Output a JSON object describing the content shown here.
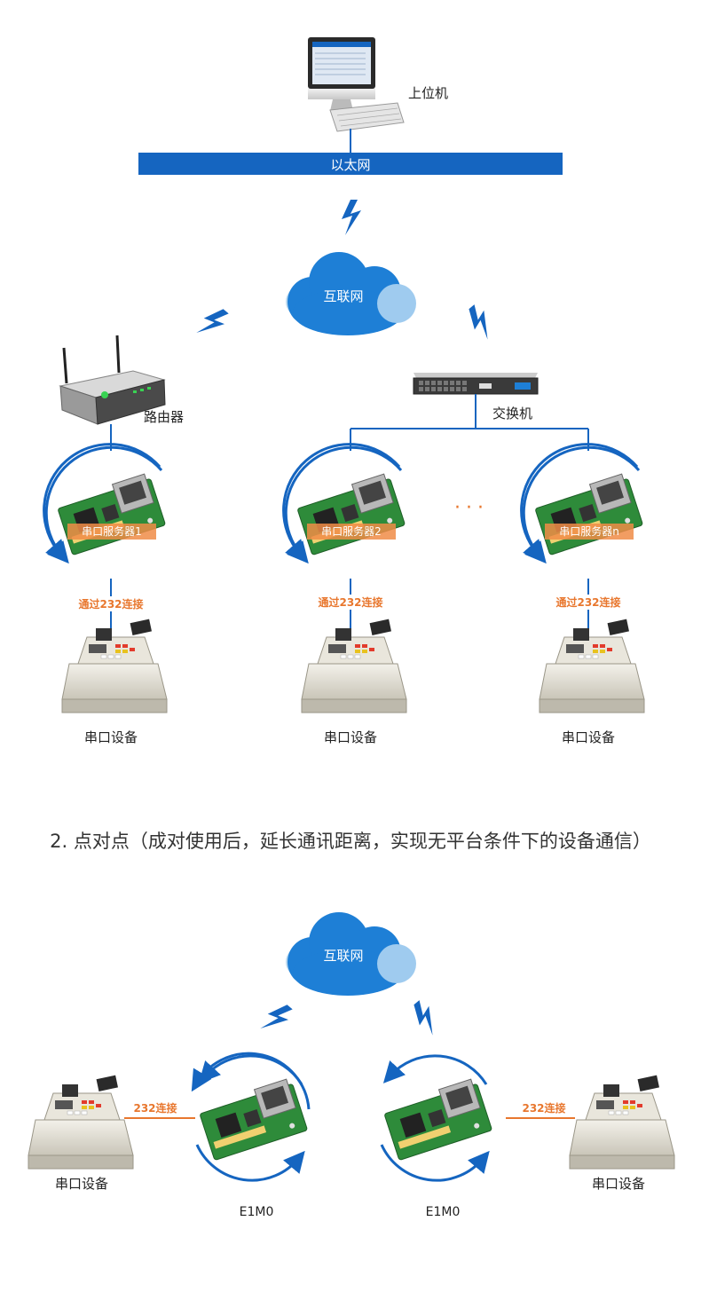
{
  "top": {
    "pc_label": "上位机",
    "ethernet_label": "以太网",
    "internet_label": "互联网",
    "router_label": "路由器",
    "switch_label": "交换机",
    "servers": [
      {
        "tag": "串口服务器1",
        "connection": "通过232连接",
        "device": "串口设备"
      },
      {
        "tag": "串口服务器2",
        "connection": "通过232连接",
        "device": "串口设备"
      },
      {
        "tag": "串口服务器n",
        "connection": "通过232连接",
        "device": "串口设备"
      }
    ],
    "ellipsis": "···"
  },
  "section2": {
    "title": "2. 点对点（成对使用后，延长通讯距离，实现无平台条件下的设备通信）",
    "internet_label": "互联网",
    "left": {
      "connection": "232连接",
      "device": "串口设备",
      "module": "E1M0"
    },
    "right": {
      "connection": "232连接",
      "device": "串口设备",
      "module": "E1M0"
    }
  },
  "colors": {
    "primary_blue": "#1565c0",
    "cloud_blue": "#1e7fd6",
    "orange": "#e8772e"
  }
}
